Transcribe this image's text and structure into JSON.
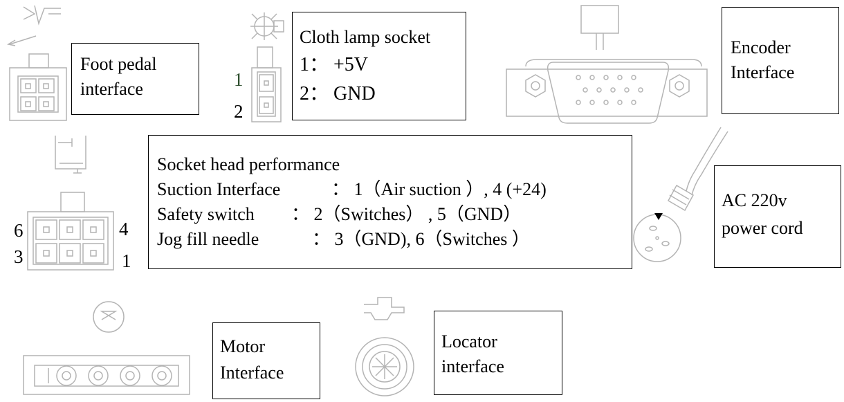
{
  "foot_pedal": {
    "label_line1": "Foot pedal",
    "label_line2": "interface",
    "icon": "foot-pedal-icon"
  },
  "cloth_lamp": {
    "title": "Cloth lamp socket",
    "pin1": "1：  +5V",
    "pin2": "2：  GND",
    "pin_num_1": "1",
    "pin_num_2": "2",
    "icon": "lamp-icon"
  },
  "encoder": {
    "label_line1": "Encoder",
    "label_line2": "Interface",
    "connector": "db15-connector"
  },
  "socket_head": {
    "title": "Socket head performance",
    "rows": [
      {
        "name": "Suction Interface",
        "value": "：  1（Air suction    ）, 4  (+24)"
      },
      {
        "name": "Safety switch",
        "value": "：  2（Switches）  , 5（GND）"
      },
      {
        "name": "Jog fill needle",
        "value": "：  3（GND), 6（Switches ）"
      }
    ],
    "pin_6": "6",
    "pin_4": "4",
    "pin_3": "3",
    "pin_1": "1",
    "icon": "needle-head-icon"
  },
  "power": {
    "label_line1": "AC 220v",
    "label_line2": "power cord",
    "icon": "power-plug-icon"
  },
  "motor": {
    "label_line1": "Motor",
    "label_line2": "Interface",
    "icon": "motor-icon"
  },
  "locator": {
    "label_line1": "Locator",
    "label_line2": "interface",
    "icon": "locator-icon"
  },
  "colors": {
    "line_gray": "#b4b4b4",
    "text": "#000000",
    "pin_green": "#2f4f2f"
  }
}
